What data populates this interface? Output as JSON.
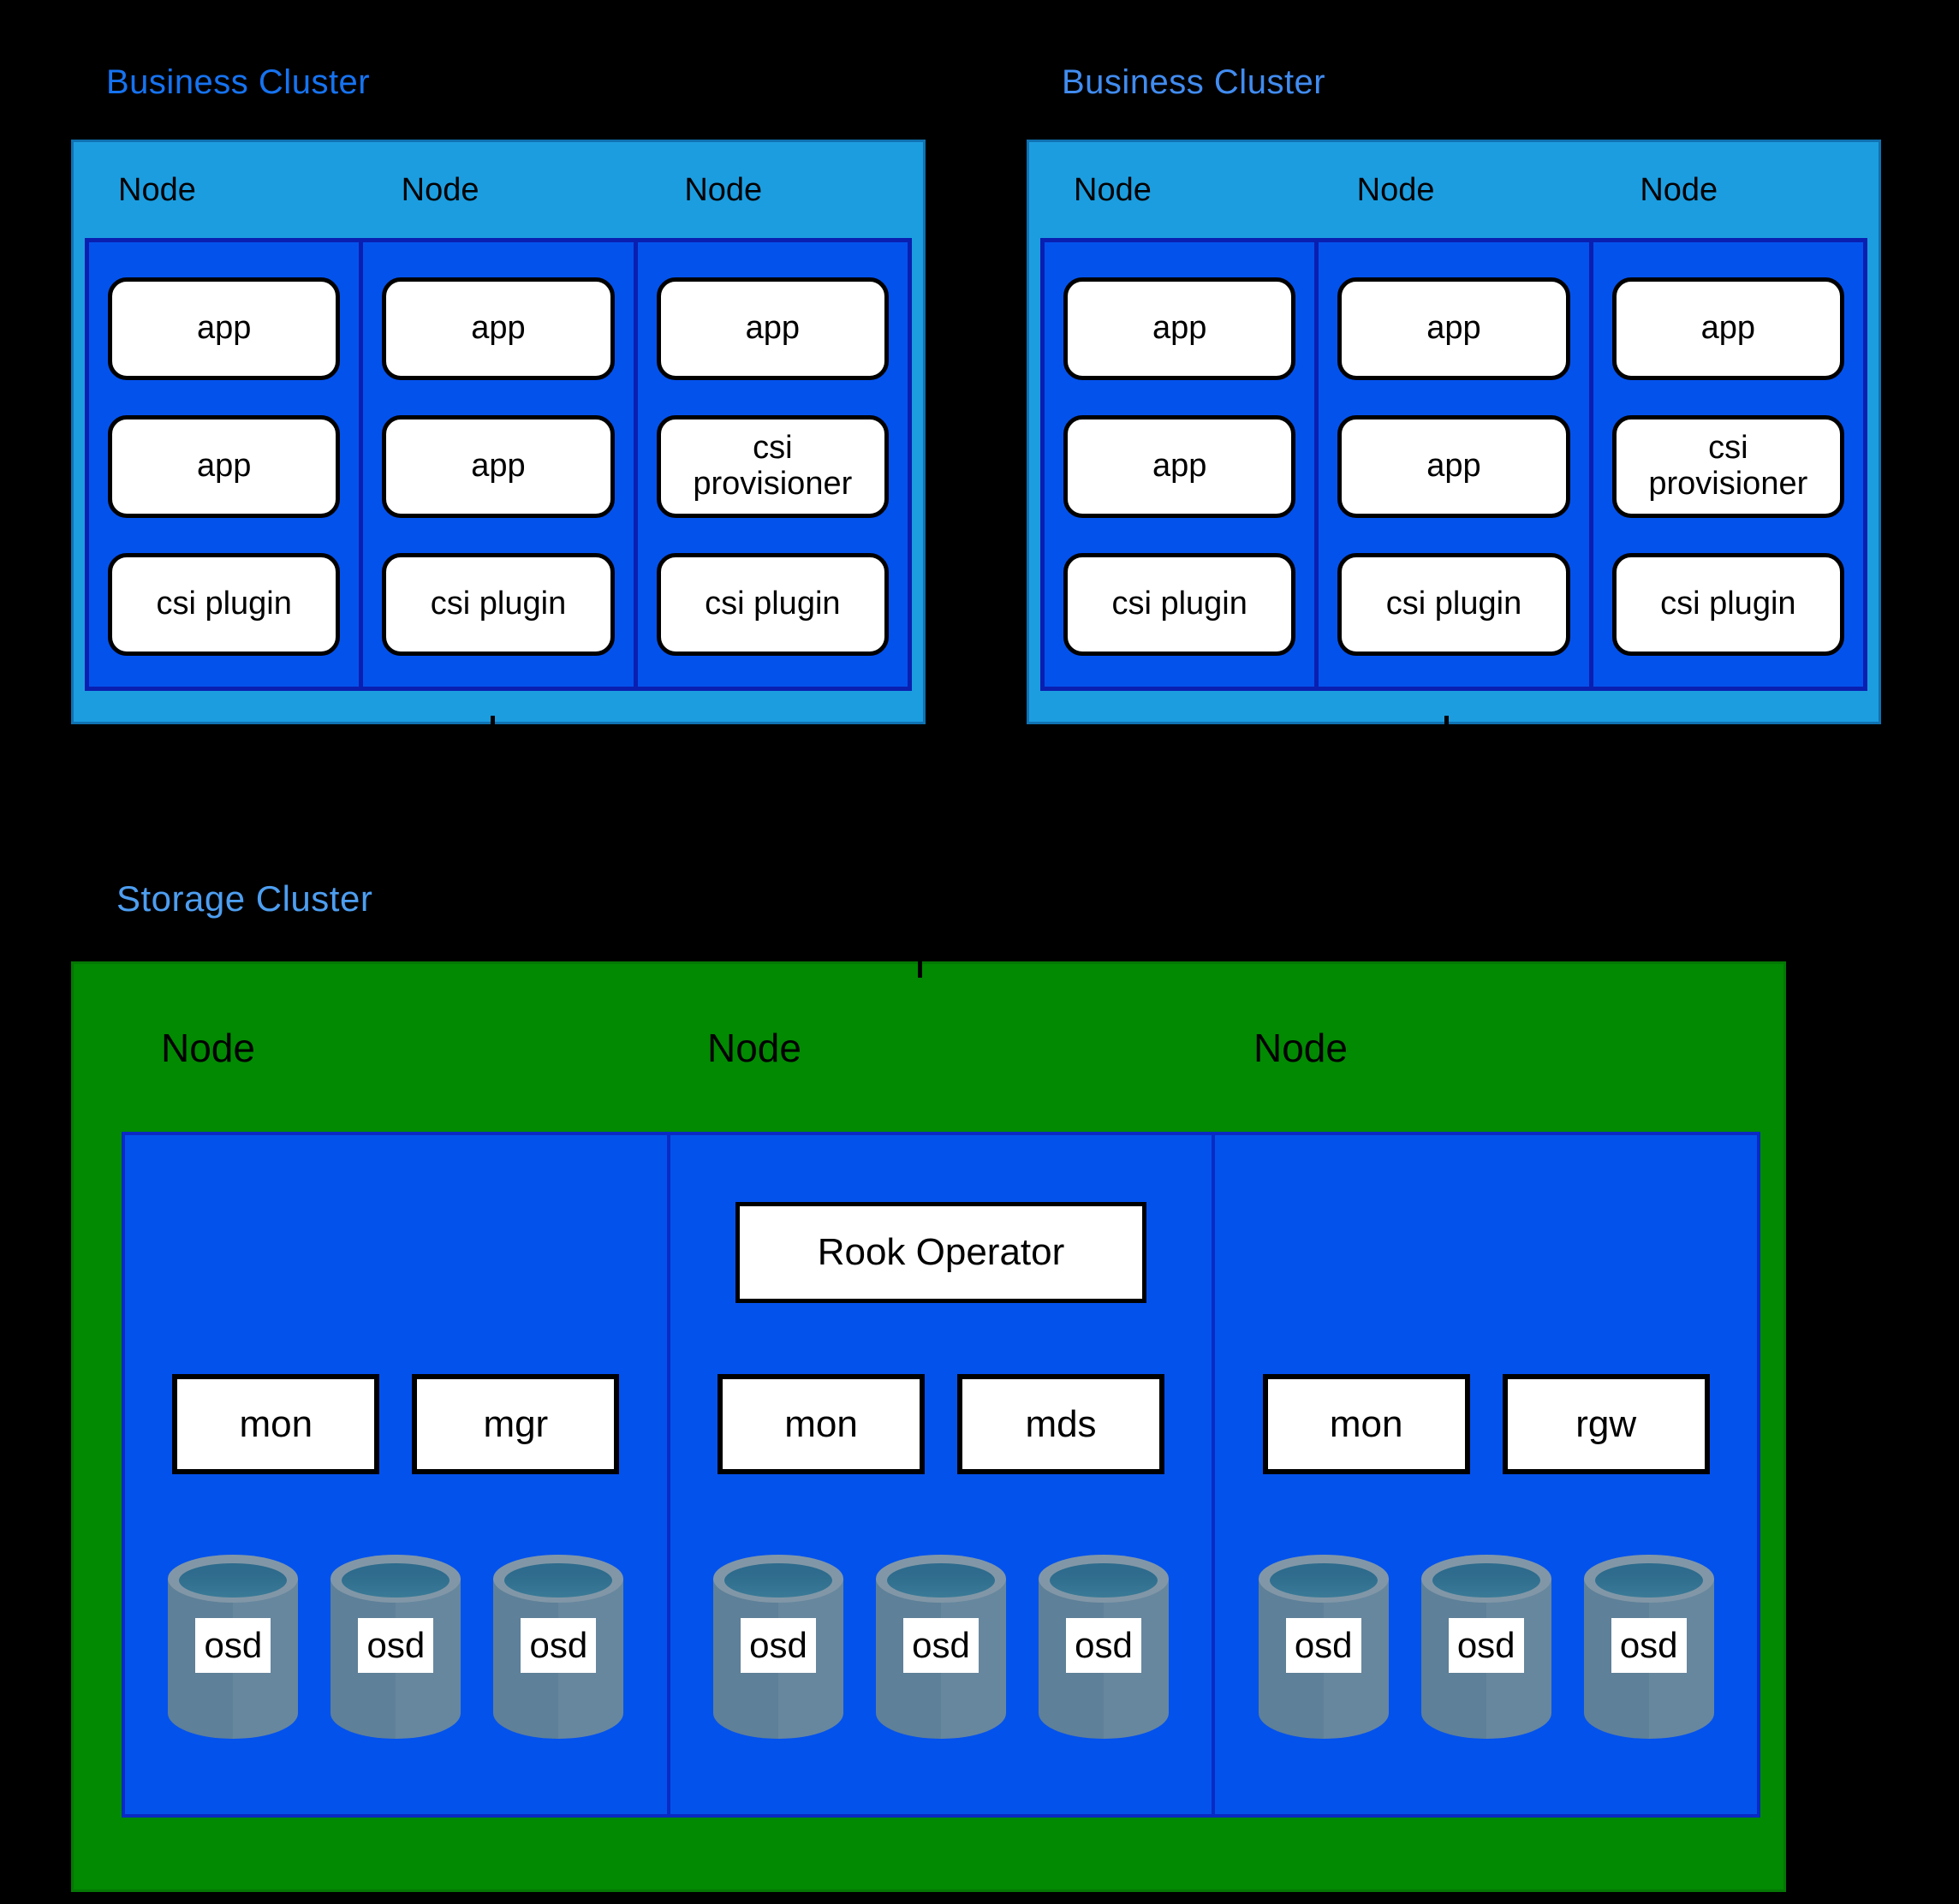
{
  "business_clusters": [
    {
      "title": "Business Cluster",
      "nodes": [
        {
          "label": "Node",
          "pods": [
            "app",
            "app",
            "csi plugin"
          ]
        },
        {
          "label": "Node",
          "pods": [
            "app",
            "app",
            "csi plugin"
          ]
        },
        {
          "label": "Node",
          "pods": [
            "app",
            "csi provisioner",
            "csi plugin"
          ]
        }
      ]
    },
    {
      "title": "Business Cluster",
      "nodes": [
        {
          "label": "Node",
          "pods": [
            "app",
            "app",
            "csi plugin"
          ]
        },
        {
          "label": "Node",
          "pods": [
            "app",
            "app",
            "csi plugin"
          ]
        },
        {
          "label": "Node",
          "pods": [
            "app",
            "csi provisioner",
            "csi plugin"
          ]
        }
      ]
    }
  ],
  "storage_cluster": {
    "title": "Storage Cluster",
    "nodes": [
      {
        "label": "Node",
        "services": [
          "mon",
          "mgr"
        ],
        "osds": [
          "osd",
          "osd",
          "osd"
        ]
      },
      {
        "label": "Node",
        "operator": "Rook Operator",
        "services": [
          "mon",
          "mds"
        ],
        "osds": [
          "osd",
          "osd",
          "osd"
        ]
      },
      {
        "label": "Node",
        "services": [
          "mon",
          "rgw"
        ],
        "osds": [
          "osd",
          "osd",
          "osd"
        ]
      }
    ]
  },
  "colors": {
    "background": "#000000",
    "business-title": "#1673F0",
    "business-title-right": "#418CF0",
    "storage-title": "#4D9EF0",
    "bc-fill": "#1C9DE0",
    "bc-border": "#0F72B2",
    "node-fill": "#0452EC",
    "node-border": "#0A1FB0",
    "st-border": "#0A2AC4",
    "green": "#028A02",
    "green-border": "#047804",
    "cyl-rim": "#8197A7",
    "cyl-left": "#5E8098",
    "cyl-right": "#67879E",
    "cyl-hole1": "#2E6B8C",
    "cyl-hole2": "#3A7A97"
  }
}
